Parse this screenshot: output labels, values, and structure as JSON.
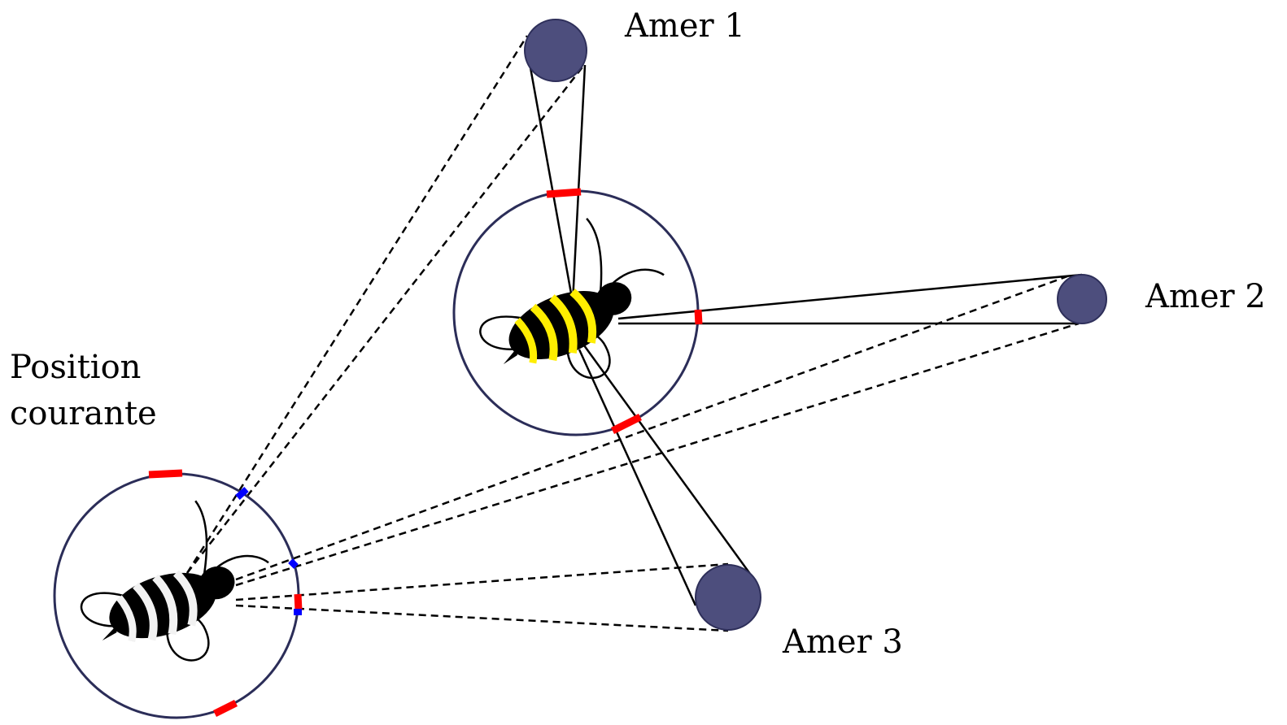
{
  "labels": {
    "landmark_1": "Amer 1",
    "landmark_2": "Amer 2",
    "landmark_3": "Amer 3",
    "current_position_line1": "Position",
    "current_position_line2": "courante"
  },
  "colors": {
    "landmark_fill": "#4d4e7d",
    "landmark_stroke": "#2e2f5a",
    "view_circle": "#2b2d58",
    "snapshot_marker": "#ff0000",
    "current_marker": "#0000ff",
    "bee_snapshot_stripe": "#ffee00",
    "bee_current_stripe": "#f2f2f2"
  },
  "icons": {
    "snapshot_bee": "bee-icon",
    "current_bee": "bee-icon"
  }
}
